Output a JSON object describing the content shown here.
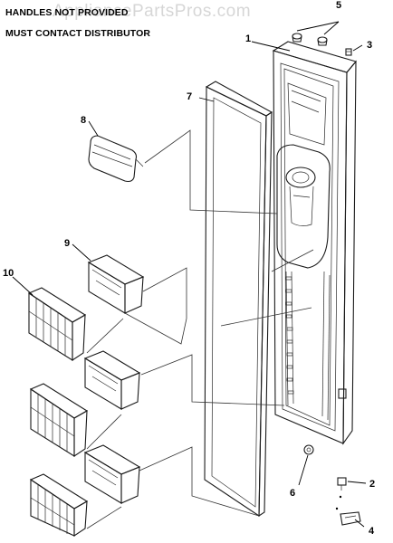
{
  "notes": {
    "line1": "HANDLES NOT PROVIDED",
    "line2": "MUST CONTACT DISTRIBUTOR"
  },
  "watermark": "AppliancePartsPros.com",
  "callouts": {
    "c1": "1",
    "c2": "2",
    "c3": "3",
    "c4": "4",
    "c5": "5",
    "c6": "6",
    "c7": "7",
    "c8": "8",
    "c9": "9",
    "c10": "10"
  }
}
